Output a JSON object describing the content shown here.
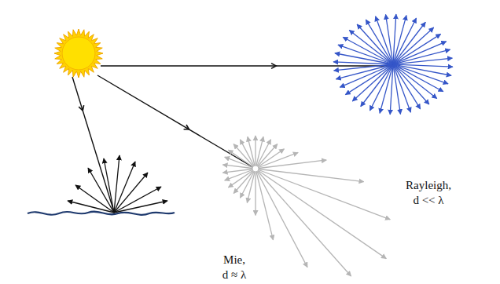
{
  "diagram": {
    "labels": [
      "Rayleigh,",
      "d << λ",
      "Mie,",
      "d ≈ λ"
    ]
  }
}
